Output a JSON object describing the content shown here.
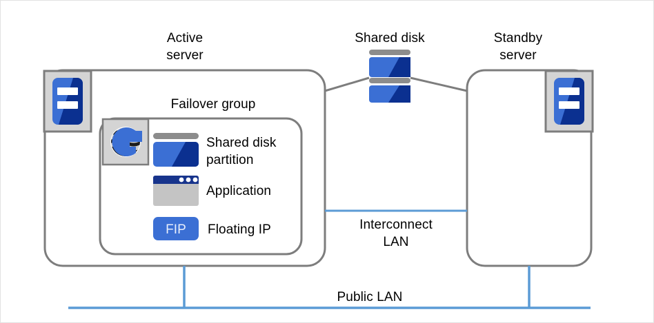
{
  "diagram": {
    "title_labels": {
      "active_server": "Active\nserver",
      "shared_disk": "Shared disk",
      "standby_server": "Standby\nserver",
      "failover_group": "Failover group",
      "interconnect_lan": "Interconnect\nLAN",
      "public_lan": "Public  LAN"
    },
    "failover_group_items": [
      {
        "label": "Shared disk\npartition",
        "icon": "shared-disk-partition-icon"
      },
      {
        "label": "Application",
        "icon": "application-window-icon"
      },
      {
        "label": "Floating IP",
        "icon": "fip-badge-icon",
        "badge_text": "FIP"
      }
    ],
    "icons": {
      "active_server_icon": "server-icon",
      "standby_server_icon": "server-icon",
      "cluster_icon": "clusterpro-logo-icon",
      "shared_disk_icon": "shared-disk-stack-icon"
    },
    "colors": {
      "blue_primary": "#3b6fd4",
      "blue_dark": "#0b3090",
      "gray_line": "#7d7d7d",
      "gray_fill": "#c4c4c4",
      "icon_frame_fill": "#d4d4d4",
      "lan_blue": "#5b9bd5",
      "navy_titlebar": "#17348c",
      "text": "#000000"
    }
  }
}
